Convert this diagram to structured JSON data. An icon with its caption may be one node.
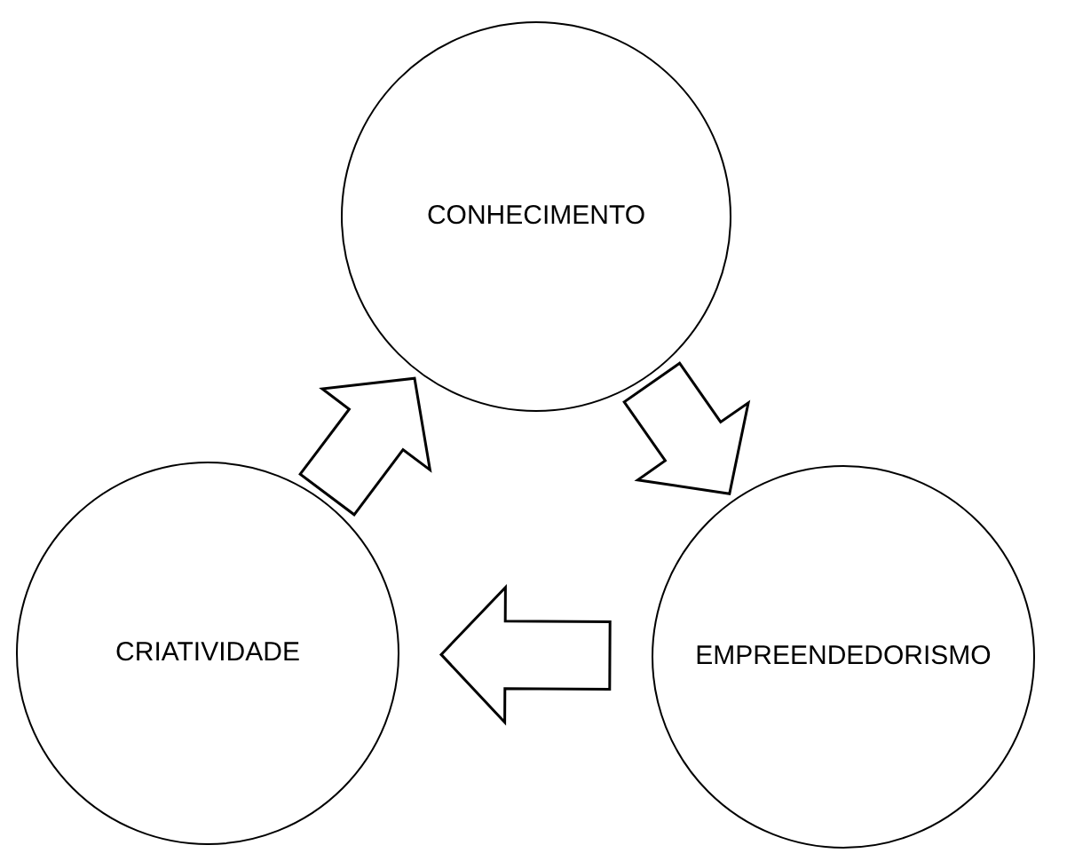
{
  "diagram": {
    "nodes": [
      {
        "text": [
          "CONHECIMENTO"
        ]
      },
      {
        "text": [
          "EMPREENDEDORISMO"
        ]
      },
      {
        "text": [
          "CRIATIVIDADE"
        ]
      }
    ],
    "edges": [
      {
        "from": 0,
        "to": 1,
        "arrow": "to"
      },
      {
        "from": 1,
        "to": 2,
        "arrow": "to"
      },
      {
        "from": 2,
        "to": 0,
        "arrow": "to"
      }
    ]
  }
}
